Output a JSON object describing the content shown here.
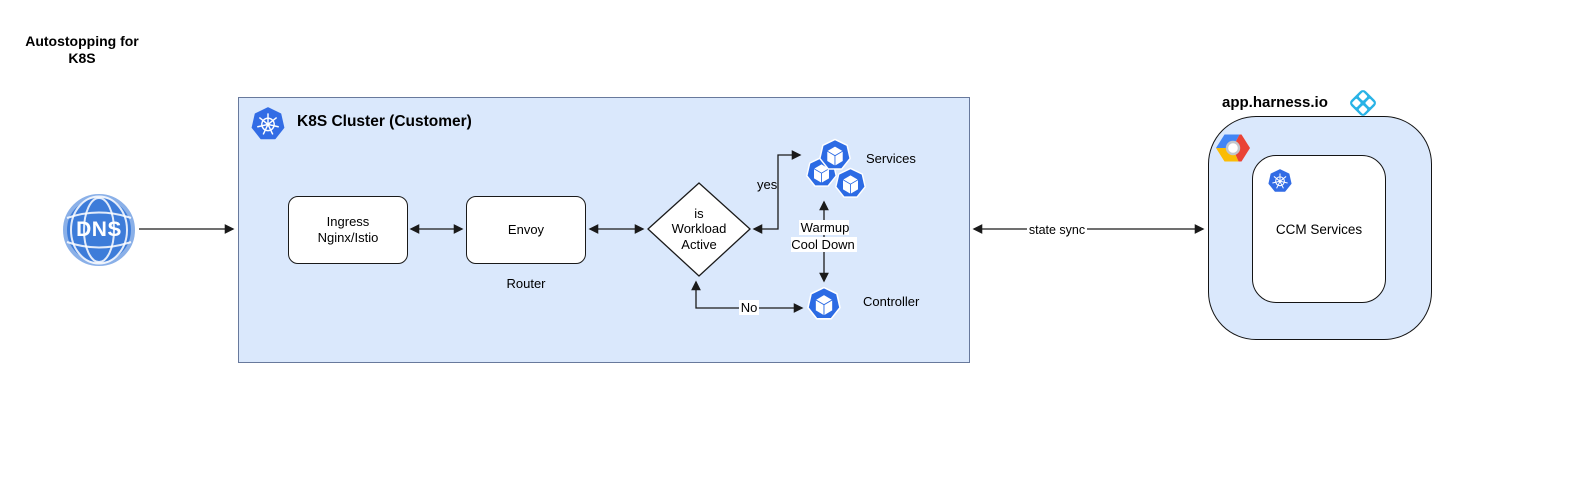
{
  "title": "Autostopping for K8S",
  "colors": {
    "k8s_blue": "#326ce5",
    "pod_blue": "#2c6be4",
    "container_fill": "#dae8fc",
    "cluster_border": "#68799c",
    "harness_blue": "#29b3e6",
    "dns_blue": "#3d7cd9"
  },
  "dns": {
    "label": "DNS"
  },
  "cluster": {
    "title": "K8S Cluster (Customer)",
    "nodes": {
      "ingress": {
        "label": "Ingress Nginx/Istio"
      },
      "envoy": {
        "label": "Envoy",
        "caption": "Router"
      },
      "decision": {
        "label": "is Workload Active"
      },
      "services": {
        "label": "Services"
      },
      "controller": {
        "label": "Controller"
      }
    },
    "edges": {
      "yes": "yes",
      "no": "No",
      "warmup": "Warmup Cool Down"
    }
  },
  "harness": {
    "title": "app.harness.io",
    "ccm_label": "CCM Services"
  },
  "edges": {
    "state_sync": "state sync"
  }
}
